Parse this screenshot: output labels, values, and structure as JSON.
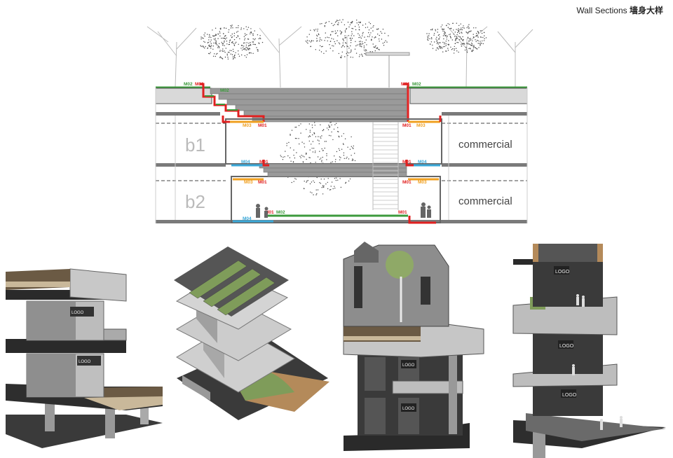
{
  "header": {
    "title_en": "Wall Sections",
    "title_cn": "墙身大样"
  },
  "section": {
    "levels": [
      {
        "label": "b1",
        "use": "commercial"
      },
      {
        "label": "b2",
        "use": "commercial"
      }
    ],
    "material_tags": {
      "m01": "M01",
      "m02": "M02",
      "m03": "M03",
      "m04": "M04"
    }
  },
  "signs": {
    "logo": "LOGO"
  },
  "colors": {
    "m01": "#e02020",
    "m02": "#3c9a3c",
    "m03": "#f0a020",
    "m04": "#3aa8d8",
    "grass": "#7f9c5a",
    "wood": "#b48a5a",
    "concrete": "#7a7a7a"
  }
}
